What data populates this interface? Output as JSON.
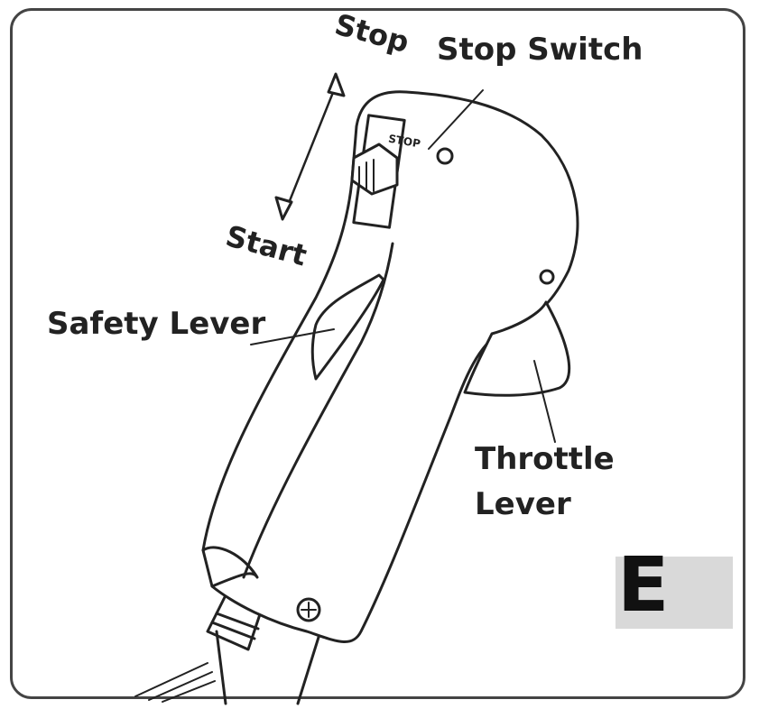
{
  "labels": {
    "stop_direction": "Stop",
    "start_direction": "Start",
    "stop_switch": "Stop Switch",
    "switch_marking": "STOP",
    "safety_lever": "Safety Lever",
    "throttle_line1": "Throttle",
    "throttle_line2": "Lever"
  },
  "figure_badge": "E",
  "colors": {
    "ink": "#222222",
    "badge_bg": "#d9d9d9"
  }
}
